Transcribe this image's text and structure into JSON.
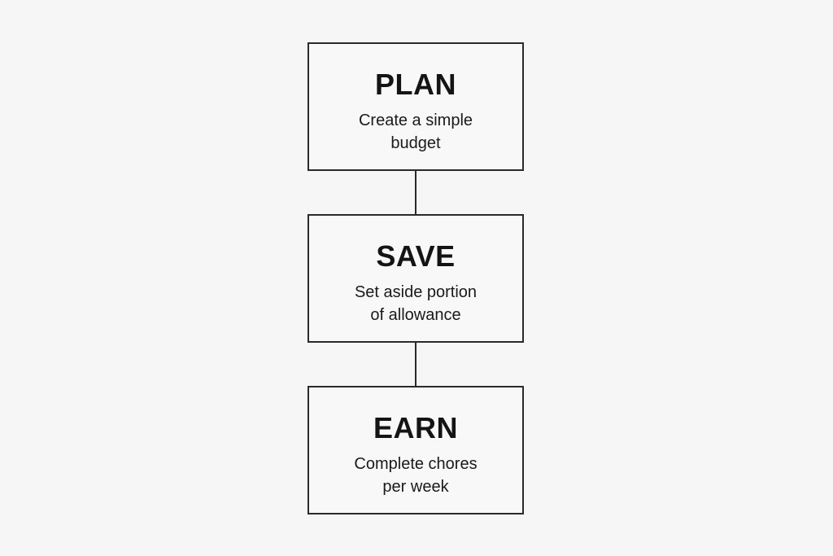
{
  "steps": [
    {
      "title": "PLAN",
      "description_line1": "Create a simple",
      "description_line2": "budget"
    },
    {
      "title": "SAVE",
      "description_line1": "Set aside portion",
      "description_line2": "of allowance"
    },
    {
      "title": "EARN",
      "description_line1": "Complete chores",
      "description_line2": "per week"
    }
  ],
  "colors": {
    "background": "#f6f6f6",
    "box_border": "#2a2a2a",
    "text": "#161616"
  }
}
